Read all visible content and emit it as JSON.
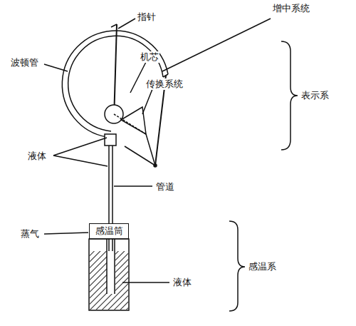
{
  "diagram": {
    "nodes": [
      {
        "text": [
          "感温筒"
        ]
      }
    ],
    "labels": [
      "指针",
      "增中系统",
      "波顿管",
      "机芯",
      "传换系统",
      "表示系",
      "液体",
      "管道",
      "蒸气",
      "感温系",
      "液体"
    ]
  }
}
